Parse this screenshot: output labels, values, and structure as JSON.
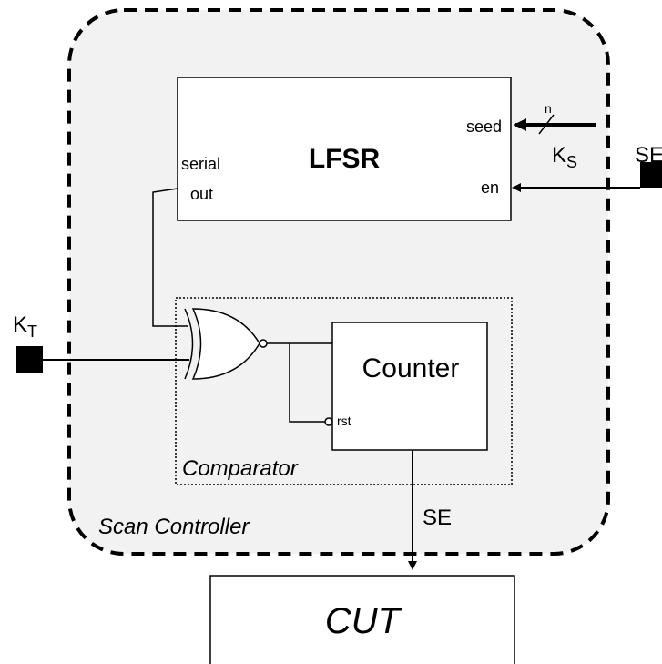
{
  "scan_controller": {
    "label": "Scan Controller"
  },
  "lfsr": {
    "title": "LFSR",
    "serial_label": "serial",
    "out_label": "out",
    "seed_label": "seed",
    "en_label": "en",
    "bus_width": "n"
  },
  "inputs": {
    "ks_main": "K",
    "ks_sub": "S",
    "kt_main": "K",
    "kt_sub": "T",
    "se_in": "SE"
  },
  "comparator": {
    "label": "Comparator",
    "counter_label": "Counter",
    "rst_label": "rst"
  },
  "output": {
    "se_label": "SE",
    "cut_label": "CUT"
  },
  "colors": {
    "controller_fill": "#f2f2f2",
    "stroke": "#000000"
  }
}
